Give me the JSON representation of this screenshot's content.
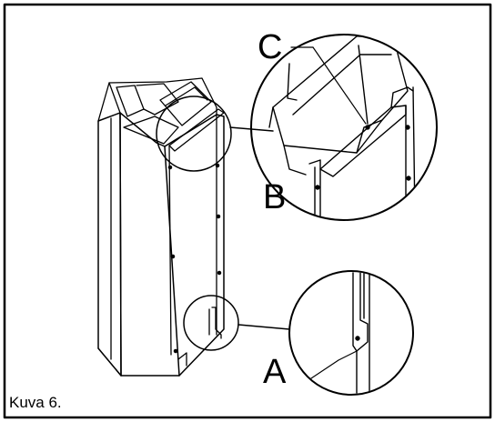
{
  "figure": {
    "caption": "Kuva 6.",
    "labels": {
      "a": "A",
      "b": "B",
      "c": "C"
    }
  },
  "colors": {
    "line": "#000000",
    "background": "#ffffff"
  }
}
